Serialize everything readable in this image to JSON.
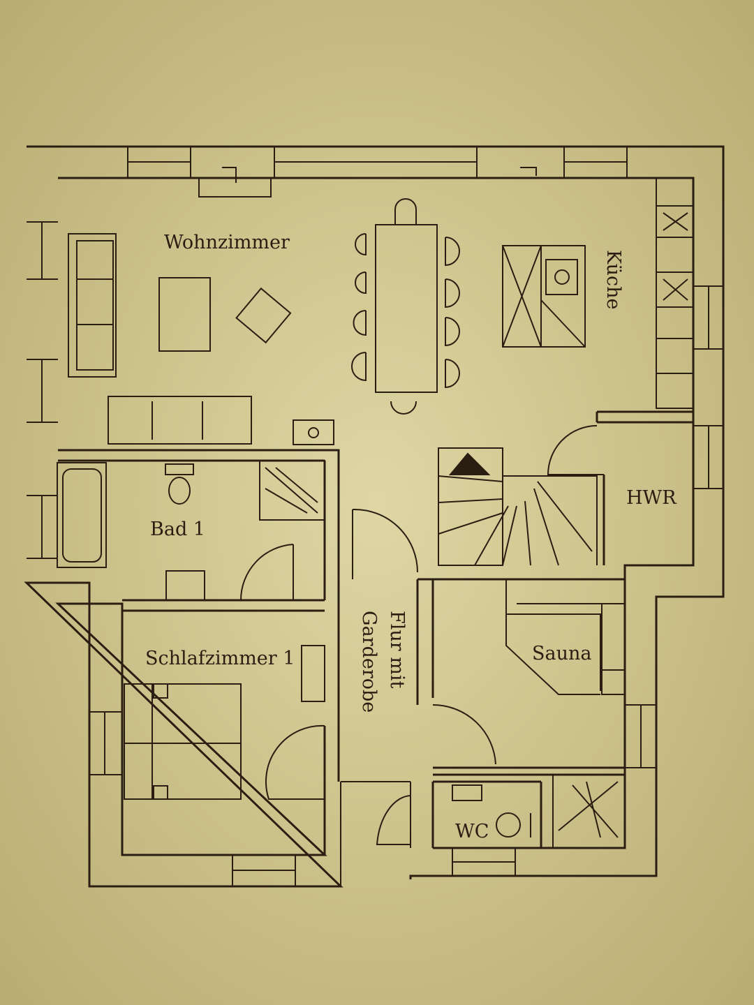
{
  "title": "Floor plan",
  "colors": {
    "paper": "#d6cd98",
    "ink": "#2a1d12"
  },
  "rooms": {
    "wohnzimmer": "Wohnzimmer",
    "kueche": "Küche",
    "hwr": "HWR",
    "bad": "Bad 1",
    "schlafzimmer": "Schlafzimmer 1",
    "flur_line1": "Flur mit",
    "flur_line2": "Garderobe",
    "sauna": "Sauna",
    "wc": "WC"
  }
}
